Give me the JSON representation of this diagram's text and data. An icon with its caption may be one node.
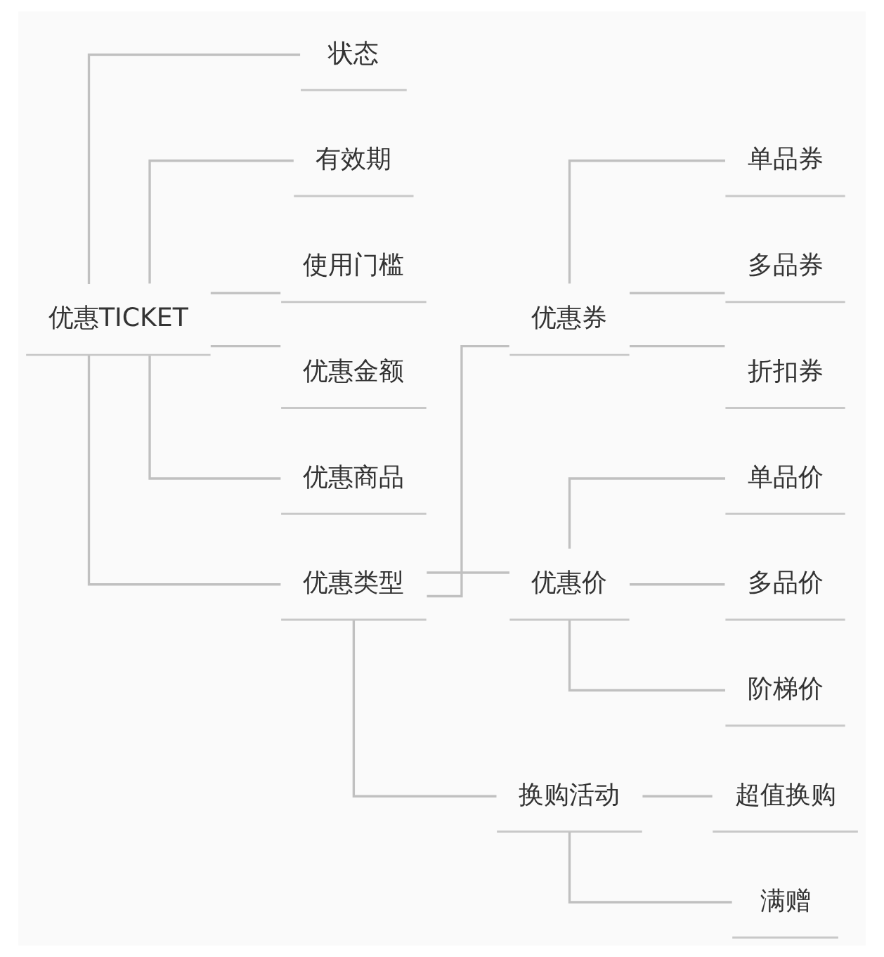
{
  "diagram": {
    "nodes": [
      {
        "text": [
          "优惠TICKET"
        ]
      },
      {
        "text": [
          "状态"
        ]
      },
      {
        "text": [
          "有效期"
        ]
      },
      {
        "text": [
          "使用门槛"
        ]
      },
      {
        "text": [
          "优惠金额"
        ]
      },
      {
        "text": [
          "优惠商品"
        ]
      },
      {
        "text": [
          "优惠类型"
        ]
      },
      {
        "text": [
          "优惠券"
        ]
      },
      {
        "text": [
          "单品券"
        ]
      },
      {
        "text": [
          "多品券"
        ]
      },
      {
        "text": [
          "折扣券"
        ]
      },
      {
        "text": [
          "优惠价"
        ]
      },
      {
        "text": [
          "单品价"
        ]
      },
      {
        "text": [
          "多品价"
        ]
      },
      {
        "text": [
          "阶梯价"
        ]
      },
      {
        "text": [
          "换购活动"
        ]
      },
      {
        "text": [
          "超值换购"
        ]
      },
      {
        "text": [
          "满赠"
        ]
      }
    ],
    "edges": [
      {
        "from": 0,
        "to": 1,
        "arrow": "none"
      },
      {
        "from": 0,
        "to": 2,
        "arrow": "none"
      },
      {
        "from": 0,
        "to": 3,
        "arrow": "none"
      },
      {
        "from": 0,
        "to": 4,
        "arrow": "none"
      },
      {
        "from": 0,
        "to": 5,
        "arrow": "none"
      },
      {
        "from": 0,
        "to": 6,
        "arrow": "none"
      },
      {
        "from": 6,
        "to": 7,
        "arrow": "none"
      },
      {
        "from": 7,
        "to": 8,
        "arrow": "none"
      },
      {
        "from": 7,
        "to": 9,
        "arrow": "none"
      },
      {
        "from": 7,
        "to": 10,
        "arrow": "none"
      },
      {
        "from": 6,
        "to": 11,
        "arrow": "none"
      },
      {
        "from": 11,
        "to": 12,
        "arrow": "none"
      },
      {
        "from": 11,
        "to": 13,
        "arrow": "none"
      },
      {
        "from": 11,
        "to": 14,
        "arrow": "none"
      },
      {
        "from": 6,
        "to": 15,
        "arrow": "none"
      },
      {
        "from": 15,
        "to": 16,
        "arrow": "none"
      },
      {
        "from": 15,
        "to": 17,
        "arrow": "none"
      }
    ]
  }
}
